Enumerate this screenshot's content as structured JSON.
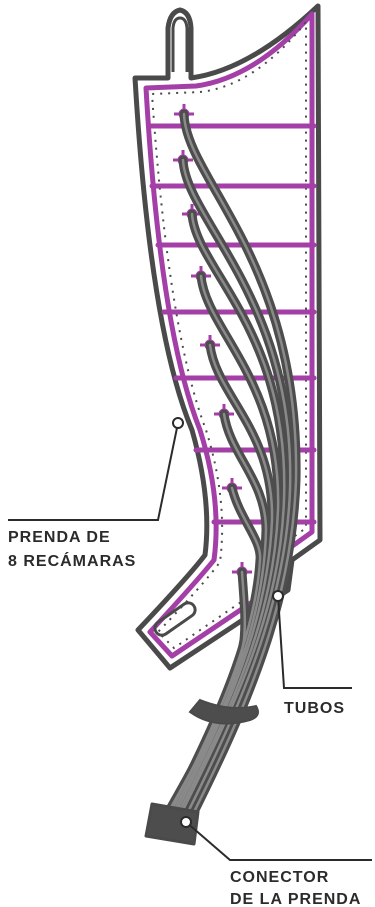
{
  "labels": {
    "garment_line1": "PRENDA DE",
    "garment_line2": "8 RECÁMARAS",
    "tubes": "TUBOS",
    "connector_line1": "CONECTOR",
    "connector_line2": "DE LA PRENDA"
  },
  "colors": {
    "outline": "#4a4a4a",
    "chamber": "#a33fa6",
    "tube": "#4d4d4d",
    "tube_light": "#8a8a8a",
    "callout": "#2b2b2b"
  },
  "chambers_count": 8
}
